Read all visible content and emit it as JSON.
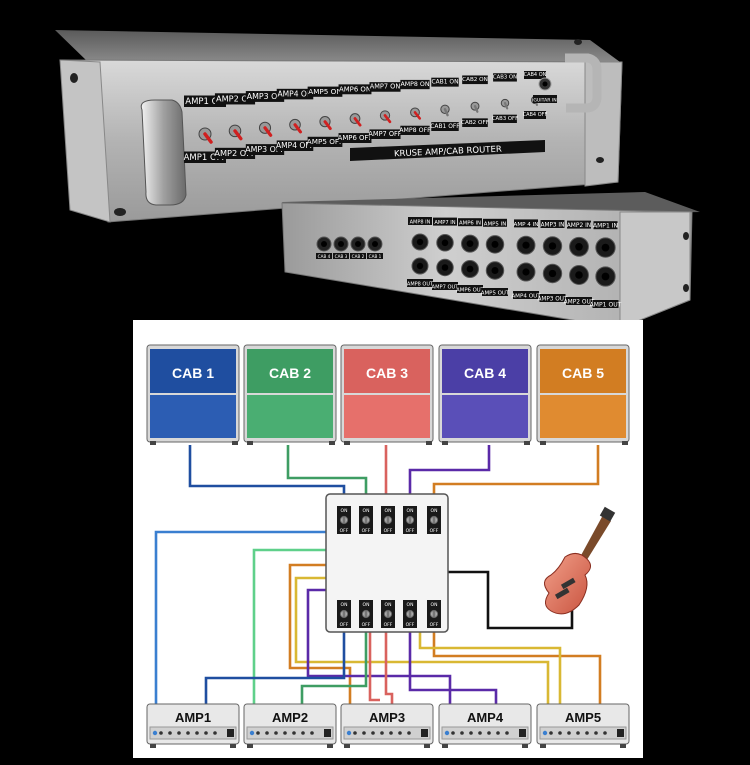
{
  "front_panel": {
    "on_labels": [
      "AMP1 ON",
      "AMP2 ON",
      "AMP3 ON",
      "AMP4 ON",
      "AMP5 ON",
      "AMP6 ON",
      "AMP7 ON",
      "AMP8 ON",
      "CAB1 ON",
      "CAB2 ON",
      "CAB3 ON",
      "CAB4 ON"
    ],
    "off_labels": [
      "AMP1 OFF",
      "AMP2 OFF",
      "AMP3 OFF",
      "AMP4 OFF",
      "AMP5 OFF",
      "AMP6 OFF",
      "AMP7 OFF",
      "AMP8 OFF",
      "CAB1 OFF",
      "CAB2 OFF",
      "CAB3 OFF",
      "CAB4 OFF"
    ],
    "brand": "KRUSE AMP/CAB ROUTER",
    "jack_label": "GUITAR IN"
  },
  "back_panel": {
    "cab_labels": [
      "CAB 4",
      "CAB 3",
      "CAB 2",
      "CAB 1"
    ],
    "in_labels": [
      "AMP8 IN",
      "AMP7 IN",
      "AMP6 IN",
      "AMP5 IN",
      "AMP 4 IN",
      "AMP3 IN",
      "AMP2 IN",
      "AMP1 IN"
    ],
    "out_labels": [
      "AMP8 OUT",
      "AMP7 OUT",
      "AMP6 OUT",
      "AMP5 OUT",
      "AMP4 OUT",
      "AMP3 OUT",
      "AMP2 OUT",
      "AMP1 OUT"
    ]
  },
  "diagram": {
    "cabs": [
      {
        "label": "CAB 1",
        "color": "#1f4ea0",
        "light": "#2c5db3"
      },
      {
        "label": "CAB 2",
        "color": "#3e9d63",
        "light": "#4aae72"
      },
      {
        "label": "CAB 3",
        "color": "#d9625e",
        "light": "#e6706b"
      },
      {
        "label": "CAB 4",
        "color": "#4b3fa6",
        "light": "#5a4fb8"
      },
      {
        "label": "CAB 5",
        "color": "#d27d22",
        "light": "#e08b30"
      }
    ],
    "amps": [
      "AMP1",
      "AMP2",
      "AMP3",
      "AMP4",
      "AMP5"
    ],
    "switch_on": "ON",
    "switch_off": "OFF",
    "wire_colors": {
      "blue": "#1f4ea0",
      "green": "#3e9d63",
      "red": "#d9625e",
      "purple": "#5a2aa8",
      "orange": "#d27d22",
      "yellow": "#d9b833",
      "lightblue": "#3a7fd0",
      "mint": "#5fd08a",
      "black": "#111111"
    }
  }
}
